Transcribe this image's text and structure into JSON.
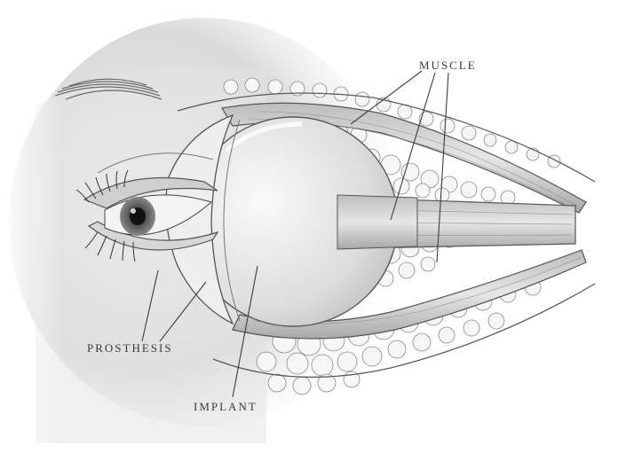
{
  "labels": {
    "muscle": "MUSCLE",
    "prosthesis": "PROSTHESIS",
    "implant": "IMPLANT"
  },
  "colors": {
    "background": "#ffffff",
    "line": "#4a4a4a",
    "shade_dark": "#9a9a9a",
    "shade_light": "#e8e8e8",
    "fat": "#f4f4f4"
  }
}
